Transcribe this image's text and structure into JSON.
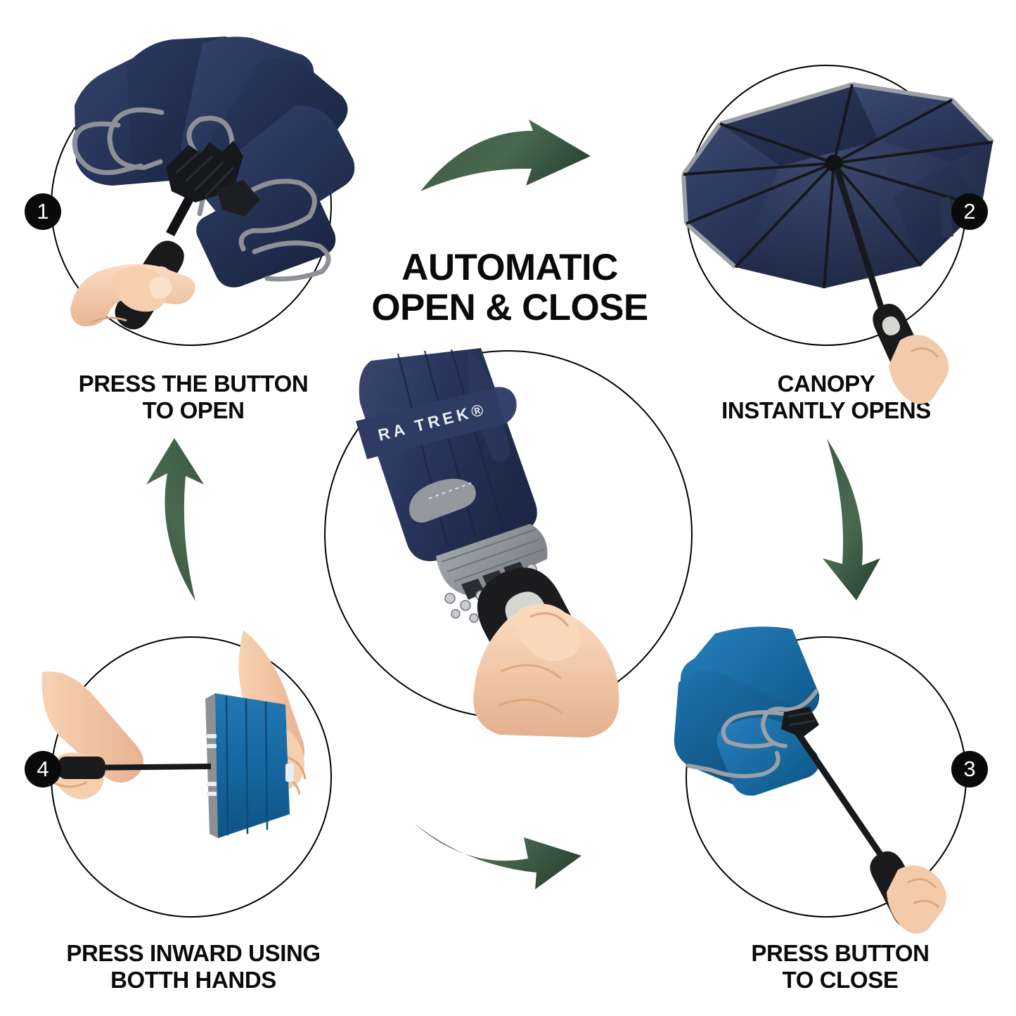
{
  "title": {
    "line1": "AUTOMATIC",
    "line2": "OPEN & CLOSE"
  },
  "brand": {
    "canopy_text": "RA TREK®"
  },
  "colors": {
    "navy_canopy": "#2d3a5a",
    "blue_canopy": "#1b6ba8",
    "reflective_grey": "#8d9196",
    "arrow_green": "#3e5c45",
    "badge_black": "#0a0a0a",
    "outline_black": "#000000",
    "handle_black": "#1a1a1a",
    "skin": "#f2c9a8",
    "button_silver": "#d8d8d4"
  },
  "steps": [
    {
      "number": "1",
      "caption_line1": "PRESS THE BUTTON",
      "caption_line2": "TO OPEN",
      "scene": "hand holding folded navy umbrella pointing up, thumb on handle button"
    },
    {
      "number": "2",
      "caption_line1": "CANOPY",
      "caption_line2": "INSTANTLY OPENS",
      "scene": "fully opened navy canopy seen from underneath with ribs and hand on handle"
    },
    {
      "number": "3",
      "caption_line1": "PRESS BUTTON",
      "caption_line2": "TO CLOSE",
      "scene": "collapsed blue canopy on long black shaft held by hand at lower right"
    },
    {
      "number": "4",
      "caption_line1": "PRESS INWARD USING",
      "caption_line2": "BOTTH HANDS",
      "scene": "two hands pressing blue folded umbrella inward horizontally"
    }
  ],
  "center": {
    "scene": "close-up of hand gripping black ergonomic handle, thumb pressing silver button on folded navy umbrella"
  },
  "arrows": [
    {
      "name": "arrow-step1-to-step2",
      "direction": "right",
      "position": "top"
    },
    {
      "name": "arrow-step2-to-step3",
      "direction": "down",
      "position": "right"
    },
    {
      "name": "arrow-step3-to-step4",
      "direction": "right",
      "position": "bottom"
    },
    {
      "name": "arrow-step4-to-step1",
      "direction": "up",
      "position": "left"
    }
  ]
}
